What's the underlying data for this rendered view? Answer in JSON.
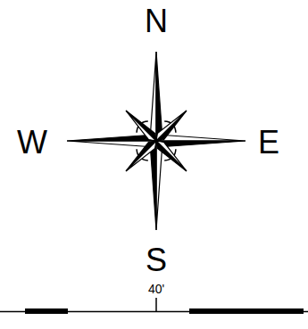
{
  "diagram": {
    "labels": [
      "N",
      "W",
      "E",
      "S",
      "40'"
    ]
  }
}
